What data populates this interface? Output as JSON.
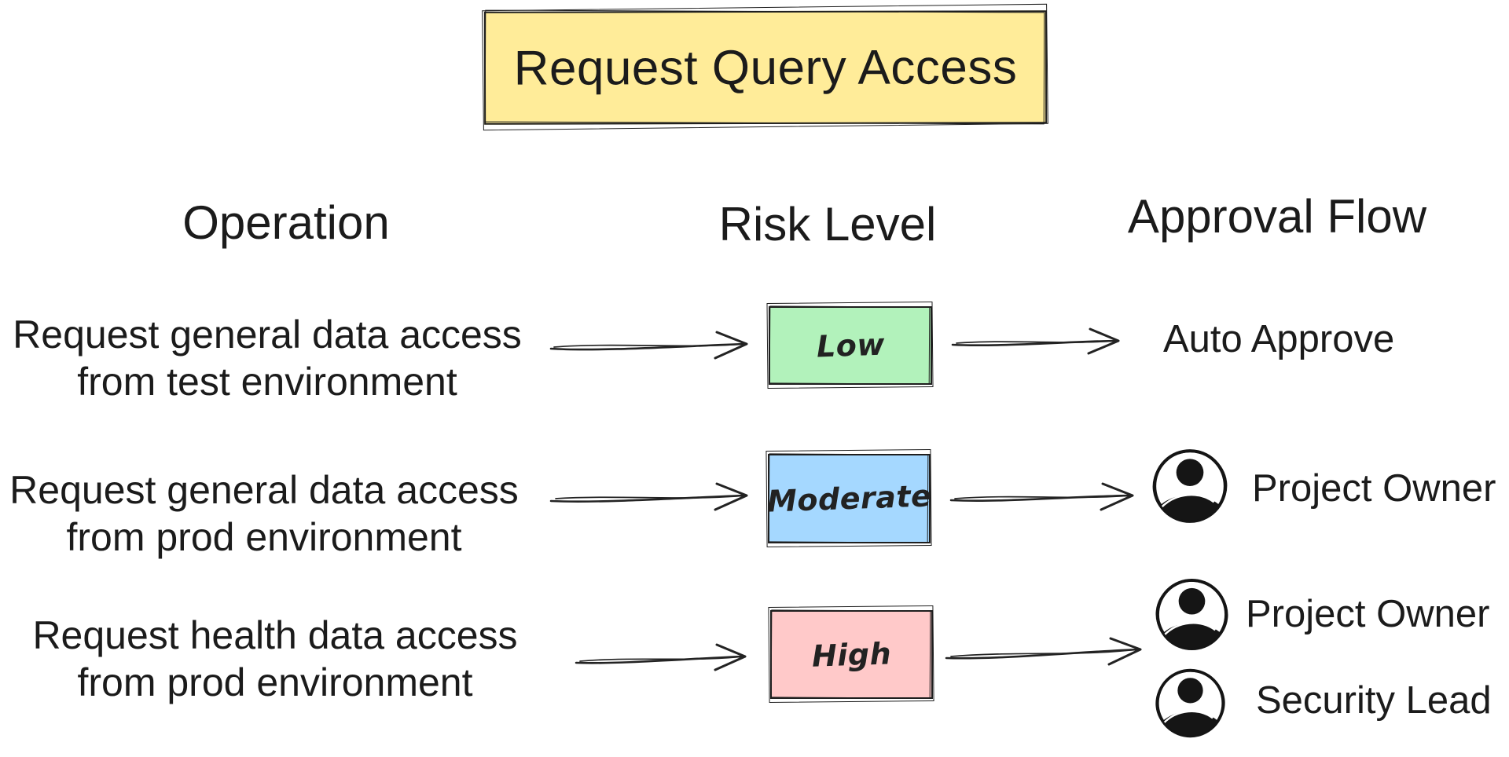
{
  "title": "Request Query Access",
  "columns": {
    "operation": "Operation",
    "risk": "Risk Level",
    "approval": "Approval Flow"
  },
  "rows": [
    {
      "operation_line1": "Request general data access",
      "operation_line2": "from test environment",
      "risk_label": "Low",
      "risk_fill": "#b2f2bb",
      "approvers": [
        {
          "label": "Auto Approve",
          "has_icon": false
        }
      ]
    },
    {
      "operation_line1": "Request general data access",
      "operation_line2": "from prod environment",
      "risk_label": "Moderate",
      "risk_fill": "#a5d8ff",
      "approvers": [
        {
          "label": "Project Owner",
          "has_icon": true
        }
      ]
    },
    {
      "operation_line1": "Request health data access",
      "operation_line2": "from prod environment",
      "risk_label": "High",
      "risk_fill": "#ffc9c9",
      "approvers": [
        {
          "label": "Project Owner",
          "has_icon": true
        },
        {
          "label": "Security Lead",
          "has_icon": true
        }
      ]
    }
  ],
  "colors": {
    "background": "#ffffff",
    "stroke": "#1f1f1f",
    "text": "#1b1b1b",
    "title_fill": "#ffec99",
    "risk_low_fill": "#b2f2bb",
    "risk_moderate_fill": "#a5d8ff",
    "risk_high_fill": "#ffc9c9"
  },
  "icons": {
    "approver": "person-avatar-icon",
    "connector": "right-arrow-icon"
  }
}
